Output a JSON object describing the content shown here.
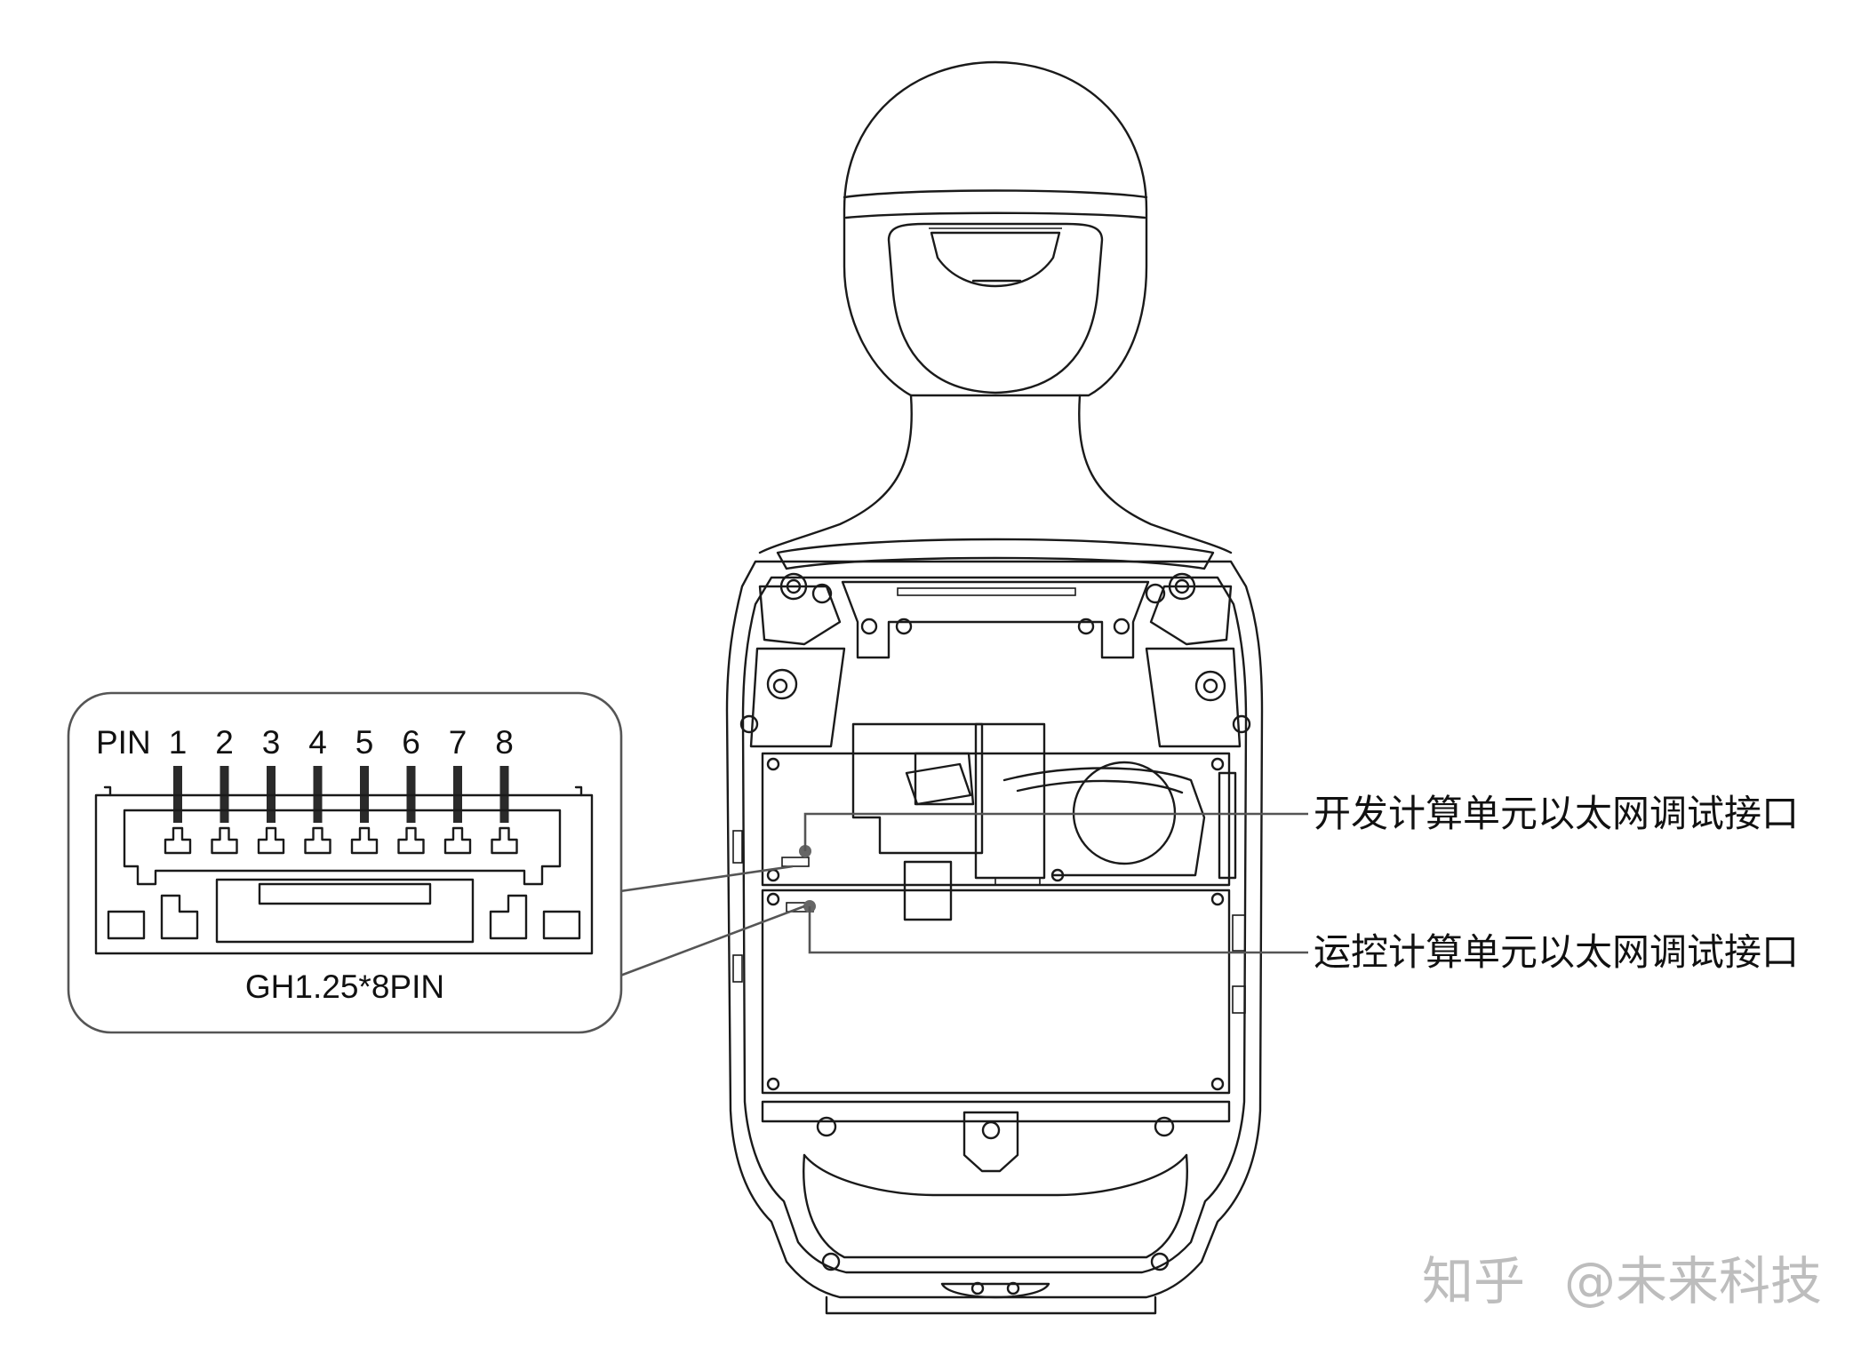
{
  "connector": {
    "pin_prefix": "PIN",
    "pins": [
      "1",
      "2",
      "3",
      "4",
      "5",
      "6",
      "7",
      "8"
    ],
    "type_label": "GH1.25*8PIN"
  },
  "labels": {
    "dev_compute_port": "开发计算单元以太网调试接口",
    "motion_compute_port": "运控计算单元以太网调试接口"
  },
  "watermark": {
    "site": "知乎",
    "account": "@未来科技"
  },
  "colors": {
    "line": "#1a1a1a",
    "callout": "#555555",
    "watermark": "#bdbdbd"
  }
}
